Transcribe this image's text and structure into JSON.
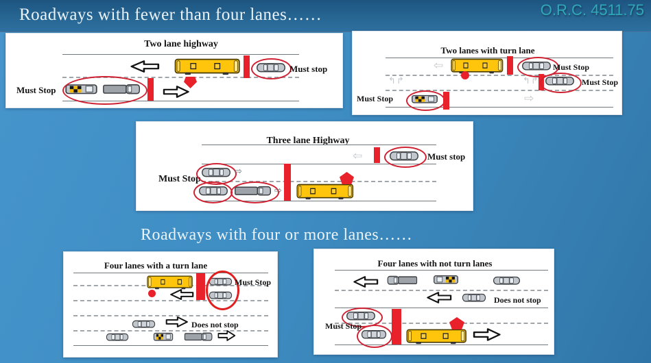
{
  "header": {
    "title": "Roadways  with fewer than four lanes……",
    "code": "O.R.C. 4511.75"
  },
  "section2_title": "Roadways  with four or more lanes……",
  "panels": {
    "two_lane": {
      "title": "Two lane highway",
      "must_stop_right": "Must stop",
      "must_stop_left": "Must Stop"
    },
    "two_lane_turn": {
      "title": "Two lanes with turn lane",
      "must_stop_lane1": "Must Stop",
      "must_stop_turn": "Must Stop",
      "must_stop_lane2": "Must Stop"
    },
    "three_lane": {
      "title": "Three lane Highway",
      "must_stop_right": "Must stop",
      "must_stop_left": "Must Stop"
    },
    "four_lane_turn": {
      "title": "Four lanes with a turn lane",
      "must_stop": "Must Stop",
      "does_not_stop": "Does not stop"
    },
    "four_lane": {
      "title": "Four lanes with not turn lanes",
      "does_not_stop": "Does not stop",
      "must_stop": "Must Stop"
    }
  },
  "glyphs": {
    "arrow_left_outline": "⇦",
    "arrow_right_outline": "⇨",
    "turn_markings": "↰↱"
  },
  "colors": {
    "background_blue": "#3e8dc3",
    "band_blue": "#276693",
    "accent_teal": "#2fa9ba",
    "stop_red": "#e8212b",
    "oval_red": "#cf2233",
    "bus_yellow": "#ffc40c"
  }
}
